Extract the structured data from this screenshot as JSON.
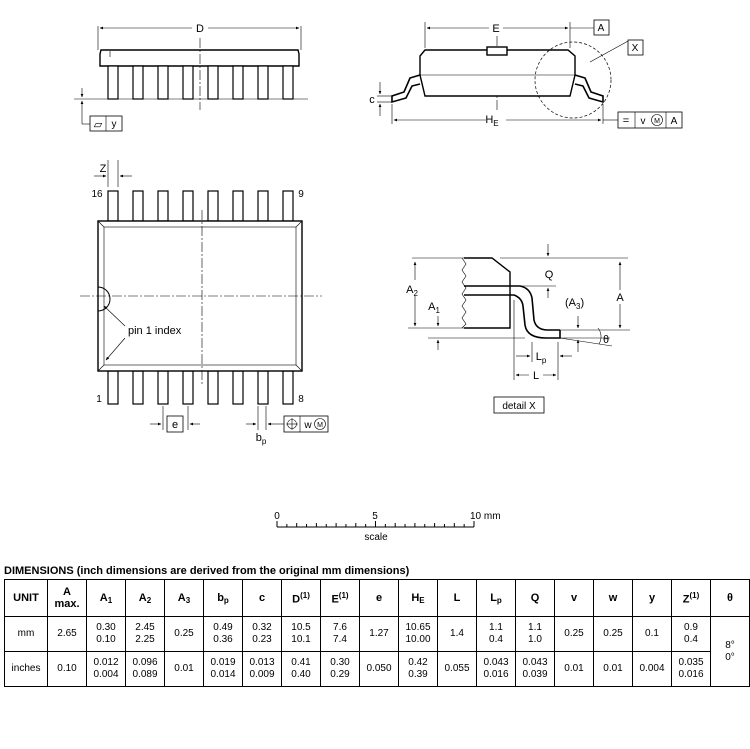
{
  "drawing": {
    "top_view": {
      "dim_D": "D",
      "datum_y": "y",
      "flatness_symbol": "▱"
    },
    "side_view": {
      "dim_E": "E",
      "datum_A": "A",
      "dim_c": "c",
      "dim_HE": "H",
      "dim_HE_sub": "E",
      "detail_callout": "X",
      "tol_symbol": "=",
      "tol_v": "v",
      "tol_M": "M",
      "tol_A": "A"
    },
    "pin_view": {
      "pin16": "16",
      "pin9": "9",
      "pin1": "1",
      "pin8": "8",
      "dim_Z": "Z",
      "pin1_index": "pin 1 index",
      "dim_e": "e",
      "dim_bp": "b",
      "dim_bp_sub": "p",
      "tol_w": "w",
      "tol_M": "M"
    },
    "detail": {
      "dim_Q": "Q",
      "dim_A2": "A",
      "dim_A2_sub": "2",
      "dim_A1": "A",
      "dim_A1_sub": "1",
      "dim_A3": "(A",
      "dim_A3_sub": "3",
      "dim_A3_close": ")",
      "dim_A": "A",
      "dim_Lp": "L",
      "dim_Lp_sub": "p",
      "dim_L": "L",
      "theta": "θ",
      "label": "detail X"
    },
    "scale": {
      "tick0": "0",
      "tick5": "5",
      "tick10": "10 mm",
      "label": "scale"
    }
  },
  "dimensions": {
    "title": "DIMENSIONS (inch dimensions are derived from the original mm dimensions)",
    "headers": [
      {
        "main": "UNIT"
      },
      {
        "main": "A",
        "line2": "max."
      },
      {
        "main": "A",
        "sub": "1"
      },
      {
        "main": "A",
        "sub": "2"
      },
      {
        "main": "A",
        "sub": "3"
      },
      {
        "main": "b",
        "sub": "p"
      },
      {
        "main": "c"
      },
      {
        "main": "D",
        "sup": "(1)"
      },
      {
        "main": "E",
        "sup": "(1)"
      },
      {
        "main": "e"
      },
      {
        "main": "H",
        "sub": "E"
      },
      {
        "main": "L"
      },
      {
        "main": "L",
        "sub": "p"
      },
      {
        "main": "Q"
      },
      {
        "main": "v"
      },
      {
        "main": "w"
      },
      {
        "main": "y"
      },
      {
        "main": "Z",
        "sup": "(1)"
      },
      {
        "main": "θ"
      }
    ],
    "rows": [
      {
        "unit": "mm",
        "cells": [
          [
            "2.65"
          ],
          [
            "0.30",
            "0.10"
          ],
          [
            "2.45",
            "2.25"
          ],
          [
            "0.25"
          ],
          [
            "0.49",
            "0.36"
          ],
          [
            "0.32",
            "0.23"
          ],
          [
            "10.5",
            "10.1"
          ],
          [
            "7.6",
            "7.4"
          ],
          [
            "1.27"
          ],
          [
            "10.65",
            "10.00"
          ],
          [
            "1.4"
          ],
          [
            "1.1",
            "0.4"
          ],
          [
            "1.1",
            "1.0"
          ],
          [
            "0.25"
          ],
          [
            "0.25"
          ],
          [
            "0.1"
          ],
          [
            "0.9",
            "0.4"
          ]
        ]
      },
      {
        "unit": "inches",
        "cells": [
          [
            "0.10"
          ],
          [
            "0.012",
            "0.004"
          ],
          [
            "0.096",
            "0.089"
          ],
          [
            "0.01"
          ],
          [
            "0.019",
            "0.014"
          ],
          [
            "0.013",
            "0.009"
          ],
          [
            "0.41",
            "0.40"
          ],
          [
            "0.30",
            "0.29"
          ],
          [
            "0.050"
          ],
          [
            "0.42",
            "0.39"
          ],
          [
            "0.055"
          ],
          [
            "0.043",
            "0.016"
          ],
          [
            "0.043",
            "0.039"
          ],
          [
            "0.01"
          ],
          [
            "0.01"
          ],
          [
            "0.004"
          ],
          [
            "0.035",
            "0.016"
          ]
        ]
      }
    ],
    "theta_max": "8°",
    "theta_min": "0°"
  }
}
